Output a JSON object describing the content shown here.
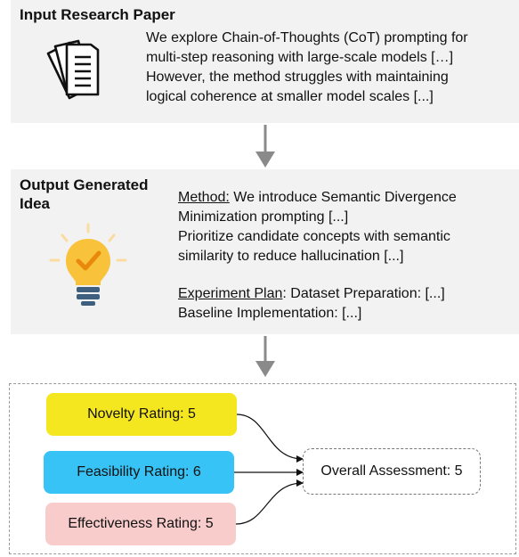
{
  "input_section": {
    "title": "Input Research Paper",
    "icon": "document-stack-icon",
    "lines": [
      "We explore Chain-of-Thoughts (CoT) prompting for",
      "multi-step reasoning with large-scale models […]",
      "However, the method struggles with maintaining",
      "logical coherence at smaller model scales [...]"
    ]
  },
  "output_section": {
    "title": "Output Generated Idea",
    "icon": "lightbulb-check-icon",
    "method_label": "Method:",
    "method_lines": [
      " We introduce Semantic Divergence",
      "Minimization prompting [...]",
      "Prioritize candidate concepts with semantic",
      "similarity to reduce hallucination [...]"
    ],
    "experiment_label": "Experiment Plan",
    "experiment_lines": [
      ": Dataset Preparation: [...]",
      "Baseline Implementation: [...]"
    ]
  },
  "ratings": [
    {
      "label": "Novelty Rating: 5",
      "color": "#f4e61f"
    },
    {
      "label": "Feasibility Rating: 6",
      "color": "#37c3f5"
    },
    {
      "label": "Effectiveness Rating: 5",
      "color": "#f9cccc"
    }
  ],
  "overall": {
    "label": "Overall Assessment: 5"
  },
  "colors": {
    "panel_bg": "#f2f2f2",
    "arrow": "#8a8a8a",
    "bulb": "#f8c23a",
    "bulb_base": "#3f5f7f"
  }
}
